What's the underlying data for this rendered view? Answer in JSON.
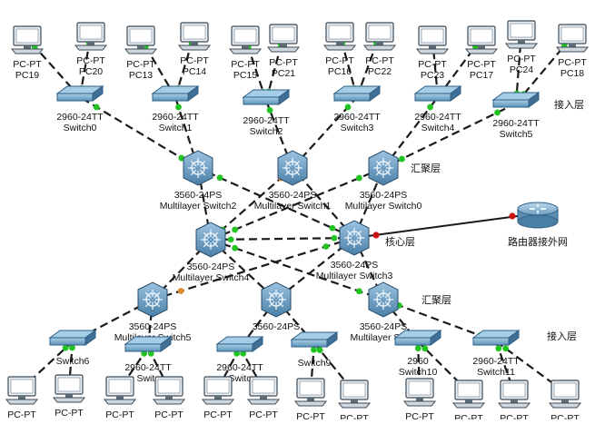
{
  "layers": {
    "access_top": "接入层",
    "aggregation_top": "汇聚层",
    "core": "核心层",
    "aggregation_bottom": "汇聚层",
    "access_bottom": "接入层"
  },
  "router": {
    "label": "路由器接外网"
  },
  "core_switches": [
    {
      "id": "ms4",
      "model": "3560-24PS",
      "name": "Multilayer Switch4"
    },
    {
      "id": "ms3",
      "model": "3560-24PS",
      "name": "Multilayer Switch3"
    }
  ],
  "agg_switches": [
    {
      "id": "ms2",
      "model": "3560-24PS",
      "name": "Multilayer Switch2"
    },
    {
      "id": "ms1",
      "model": "3560-24PS",
      "name": "Multilayer Switch1"
    },
    {
      "id": "ms0",
      "model": "3560-24PS",
      "name": "Multilayer Switch0"
    },
    {
      "id": "ms5",
      "model": "3560-24PS",
      "name": "Multilayer Switch5"
    },
    {
      "id": "ms6",
      "model": "3560-24PS",
      "name": ""
    },
    {
      "id": "ms7",
      "model": "3560-24PS",
      "name": "Multilayer Switc"
    }
  ],
  "access_switches": [
    {
      "id": "sw0",
      "model": "2960-24TT",
      "name": "Switch0"
    },
    {
      "id": "sw1",
      "model": "2960-24TT",
      "name": "Switch1"
    },
    {
      "id": "sw2",
      "model": "2960-24TT",
      "name": "Switch2"
    },
    {
      "id": "sw3",
      "model": "2960-24TT",
      "name": "Switch3"
    },
    {
      "id": "sw4",
      "model": "2960-24TT",
      "name": "Switch4"
    },
    {
      "id": "sw5",
      "model": "2960-24TT",
      "name": "Switch5"
    },
    {
      "id": "sw6",
      "model": "",
      "name": "Switch6"
    },
    {
      "id": "sw7",
      "model": "2960-24TT",
      "name": "Switc"
    },
    {
      "id": "sw8",
      "model": "2960-24TT",
      "name": "Switc"
    },
    {
      "id": "sw9",
      "model": "",
      "name": "Switch9"
    },
    {
      "id": "sw10",
      "model": "2960",
      "name": "Switch10"
    },
    {
      "id": "sw11",
      "model": "2960-24TT",
      "name": "Switch11"
    }
  ],
  "pcs": [
    {
      "id": "pc19",
      "type": "PC-PT",
      "name": "PC19"
    },
    {
      "id": "pc20",
      "type": "PC-PT",
      "name": "PC20"
    },
    {
      "id": "pc13",
      "type": "PC-PT",
      "name": "PC13"
    },
    {
      "id": "pc14",
      "type": "PC-PT",
      "name": "PC14"
    },
    {
      "id": "pc15",
      "type": "PC-PT",
      "name": "PC15"
    },
    {
      "id": "pc21",
      "type": "PC-PT",
      "name": "PC21"
    },
    {
      "id": "pc16",
      "type": "PC-PT",
      "name": "PC16"
    },
    {
      "id": "pc22",
      "type": "PC-PT",
      "name": "PC22"
    },
    {
      "id": "pc23",
      "type": "PC-PT",
      "name": "PC23"
    },
    {
      "id": "pc17",
      "type": "PC-PT",
      "name": "PC17"
    },
    {
      "id": "pc24",
      "type": "PC-PT",
      "name": "PC24"
    },
    {
      "id": "pc18",
      "type": "PC-PT",
      "name": "PC18"
    },
    {
      "id": "pcb1",
      "type": "PC-PT",
      "name": ""
    },
    {
      "id": "pcb2",
      "type": "PC-PT",
      "name": ""
    },
    {
      "id": "pcb3",
      "type": "PC-PT",
      "name": ""
    },
    {
      "id": "pcb4",
      "type": "PC-PT",
      "name": ""
    },
    {
      "id": "pcb5",
      "type": "PC-PT",
      "name": ""
    },
    {
      "id": "pcb6",
      "type": "PC-PT",
      "name": ""
    },
    {
      "id": "pcb7",
      "type": "PC-PT",
      "name": ""
    },
    {
      "id": "pcb8",
      "type": "PC-PT",
      "name": ""
    },
    {
      "id": "pcb9",
      "type": "PC-PT",
      "name": ""
    },
    {
      "id": "pcb10",
      "type": "PC-PT",
      "name": ""
    },
    {
      "id": "pcb11",
      "type": "PC-PT",
      "name": ""
    },
    {
      "id": "pcb12",
      "type": "PC-PT",
      "name": ""
    }
  ],
  "links": [
    [
      "ms4",
      "ms3"
    ],
    [
      "ms4",
      "ms2"
    ],
    [
      "ms4",
      "ms1"
    ],
    [
      "ms4",
      "ms0"
    ],
    [
      "ms4",
      "ms5"
    ],
    [
      "ms4",
      "ms6"
    ],
    [
      "ms4",
      "ms7"
    ],
    [
      "ms3",
      "ms2"
    ],
    [
      "ms3",
      "ms1"
    ],
    [
      "ms3",
      "ms0"
    ],
    [
      "ms3",
      "ms5"
    ],
    [
      "ms3",
      "ms6"
    ],
    [
      "ms3",
      "ms7"
    ],
    [
      "ms2",
      "sw0"
    ],
    [
      "ms2",
      "sw1"
    ],
    [
      "ms1",
      "sw2"
    ],
    [
      "ms1",
      "sw3"
    ],
    [
      "ms0",
      "sw4"
    ],
    [
      "ms0",
      "sw5"
    ],
    [
      "ms5",
      "sw6"
    ],
    [
      "ms5",
      "sw7"
    ],
    [
      "ms6",
      "sw8"
    ],
    [
      "ms6",
      "sw9"
    ],
    [
      "ms7",
      "sw10"
    ],
    [
      "ms7",
      "sw11"
    ],
    [
      "sw0",
      "pc19"
    ],
    [
      "sw0",
      "pc20"
    ],
    [
      "sw1",
      "pc13"
    ],
    [
      "sw1",
      "pc14"
    ],
    [
      "sw2",
      "pc15"
    ],
    [
      "sw2",
      "pc21"
    ],
    [
      "sw3",
      "pc16"
    ],
    [
      "sw3",
      "pc22"
    ],
    [
      "sw4",
      "pc23"
    ],
    [
      "sw4",
      "pc17"
    ],
    [
      "sw5",
      "pc24"
    ],
    [
      "sw5",
      "pc18"
    ],
    [
      "sw6",
      "pcb1"
    ],
    [
      "sw6",
      "pcb2"
    ],
    [
      "sw7",
      "pcb3"
    ],
    [
      "sw7",
      "pcb4"
    ],
    [
      "sw8",
      "pcb5"
    ],
    [
      "sw8",
      "pcb6"
    ],
    [
      "sw9",
      "pcb7"
    ],
    [
      "sw9",
      "pcb8"
    ],
    [
      "sw10",
      "pcb9"
    ],
    [
      "sw10",
      "pcb10"
    ],
    [
      "sw11",
      "pcb11"
    ],
    [
      "sw11",
      "pcb12"
    ]
  ],
  "router_link": [
    "ms3",
    "router"
  ],
  "colors": {
    "link_status_up": "#22c422",
    "link_status_amber": "#e08a2c",
    "link_status_router": "#cc1111",
    "device_blue": "#6f9ec2",
    "device_dark": "#2f5f86"
  }
}
